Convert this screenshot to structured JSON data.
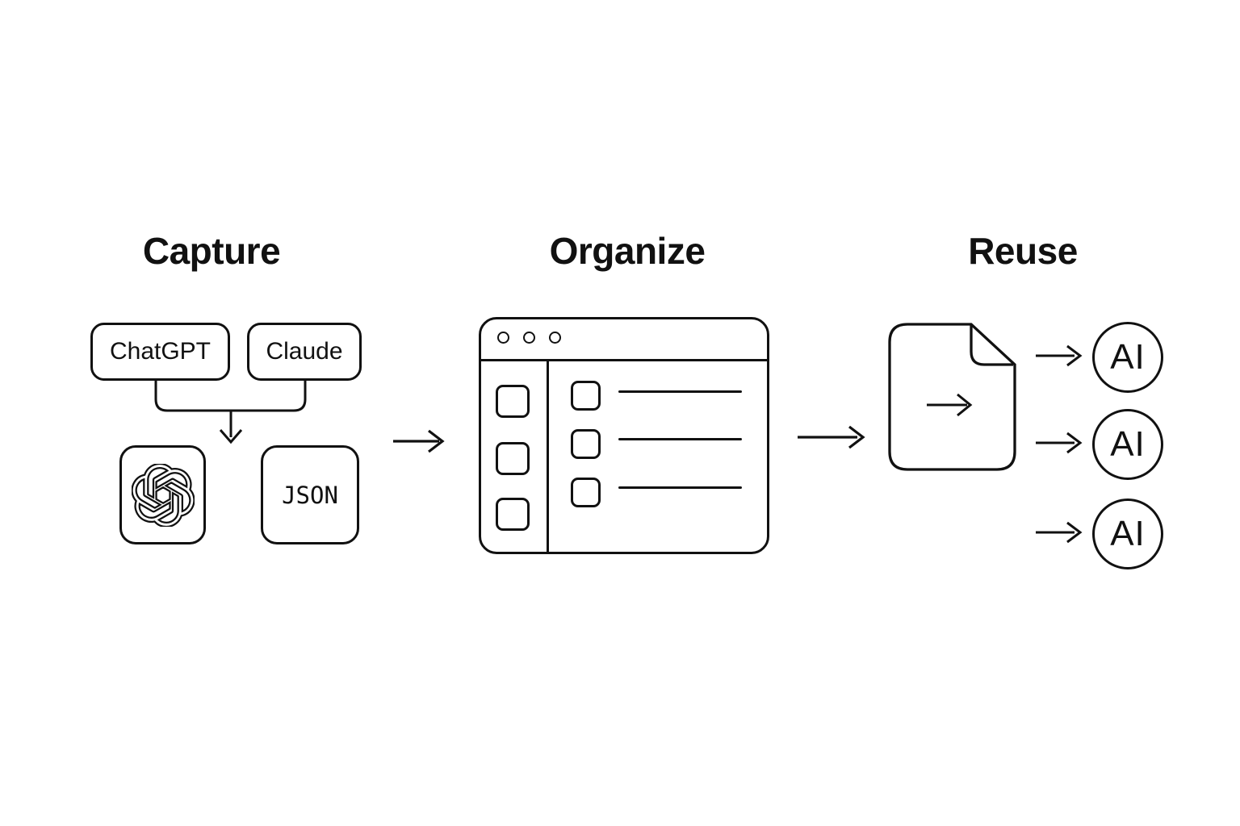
{
  "canvas": {
    "background": "#ffffff",
    "ink": "#111111"
  },
  "columns": {
    "capture": {
      "title": "Capture"
    },
    "organize": {
      "title": "Organize"
    },
    "reuse": {
      "title": "Reuse"
    }
  },
  "capture": {
    "sources": [
      {
        "label": "ChatGPT"
      },
      {
        "label": "Claude"
      }
    ],
    "outputs": [
      {
        "icon": "openai-logo"
      },
      {
        "label": "JSON"
      }
    ]
  },
  "organize": {
    "window": {
      "titlebar_dots": 3,
      "sidebar_items": 3,
      "list_rows": 3
    }
  },
  "reuse": {
    "document_icon": "document-export",
    "targets": [
      {
        "label": "AI"
      },
      {
        "label": "AI"
      },
      {
        "label": "AI"
      }
    ]
  }
}
